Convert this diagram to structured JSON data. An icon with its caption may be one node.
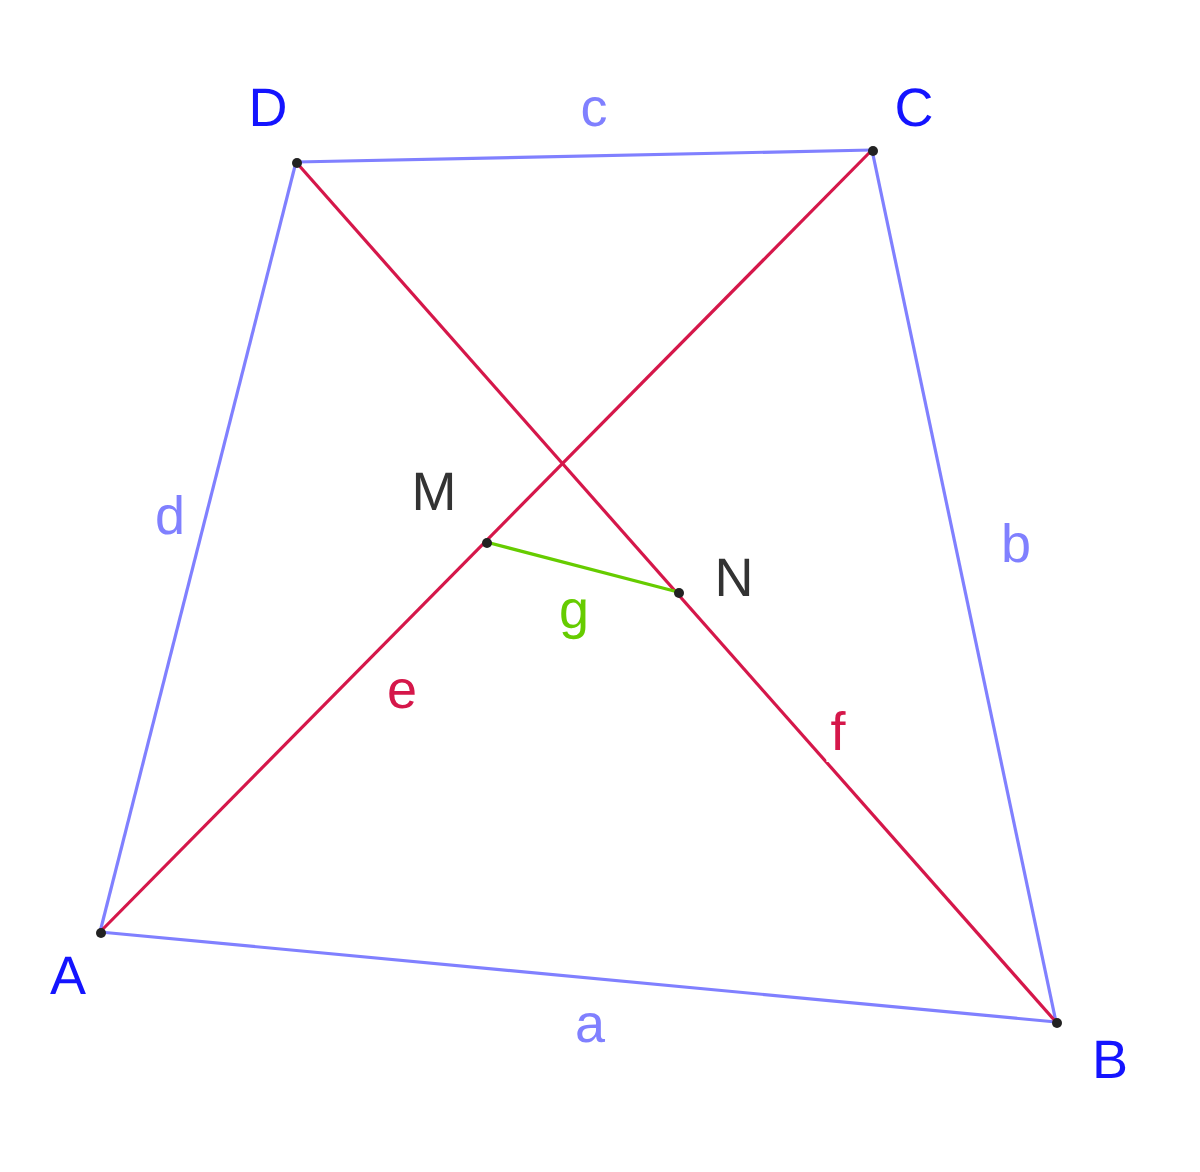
{
  "diagram": {
    "nodes": [
      {
        "text": [
          "D"
        ]
      },
      {
        "text": [
          "C"
        ]
      },
      {
        "text": [
          "M"
        ]
      },
      {
        "text": [
          "N"
        ]
      },
      {
        "text": [
          "A"
        ]
      },
      {
        "text": [
          "B"
        ]
      }
    ],
    "edges": [
      {
        "from": 4,
        "to": 5,
        "arrow": "none",
        "label": "a"
      },
      {
        "from": 5,
        "to": 1,
        "arrow": "none",
        "label": "b"
      },
      {
        "from": 1,
        "to": 0,
        "arrow": "none",
        "label": "c"
      },
      {
        "from": 0,
        "to": 4,
        "arrow": "none",
        "label": "d"
      },
      {
        "from": 4,
        "to": 1,
        "arrow": "none",
        "label": "e",
        "color": "#d5174a"
      },
      {
        "from": 0,
        "to": 5,
        "arrow": "none",
        "label": "f",
        "color": "#d5174a"
      },
      {
        "from": 2,
        "to": 3,
        "arrow": "none",
        "label": "g",
        "color": "#66cc00"
      }
    ]
  }
}
